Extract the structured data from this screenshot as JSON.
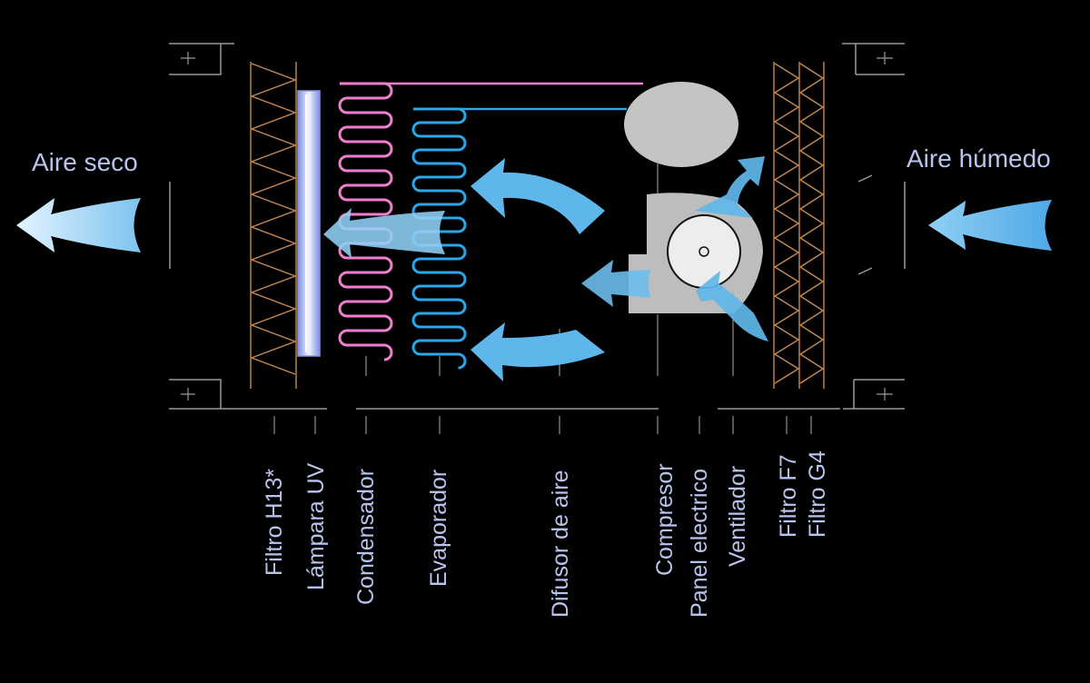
{
  "labels": {
    "dry_air": "Aire seco",
    "humid_air": "Aire húmedo"
  },
  "components": [
    "Filtro H13*",
    "Lámpara UV",
    "Condensador",
    "Evaporador",
    "Difusor de aire",
    "Compresor",
    "Panel electrico",
    "Ventilador",
    "Filtro F7",
    "Filtro G4"
  ],
  "colors": {
    "background": "#000000",
    "label_text": "#b9c4ee",
    "outline": "#9a9a9a",
    "filter_mesh": "#c8894f",
    "condenser": "#f07fcf",
    "evaporator": "#2aa7e8",
    "arrow_fill": "#5fb6ea",
    "arrow_light": "#dff2ff",
    "compressor": "#c4c4c4",
    "fan_housing": "#bdbdbd",
    "uv_lamp": "#cfd9ff"
  },
  "icons": [
    "airflow-arrow-icon",
    "fan-icon",
    "compressor-icon",
    "filter-mesh-icon",
    "coil-icon"
  ]
}
